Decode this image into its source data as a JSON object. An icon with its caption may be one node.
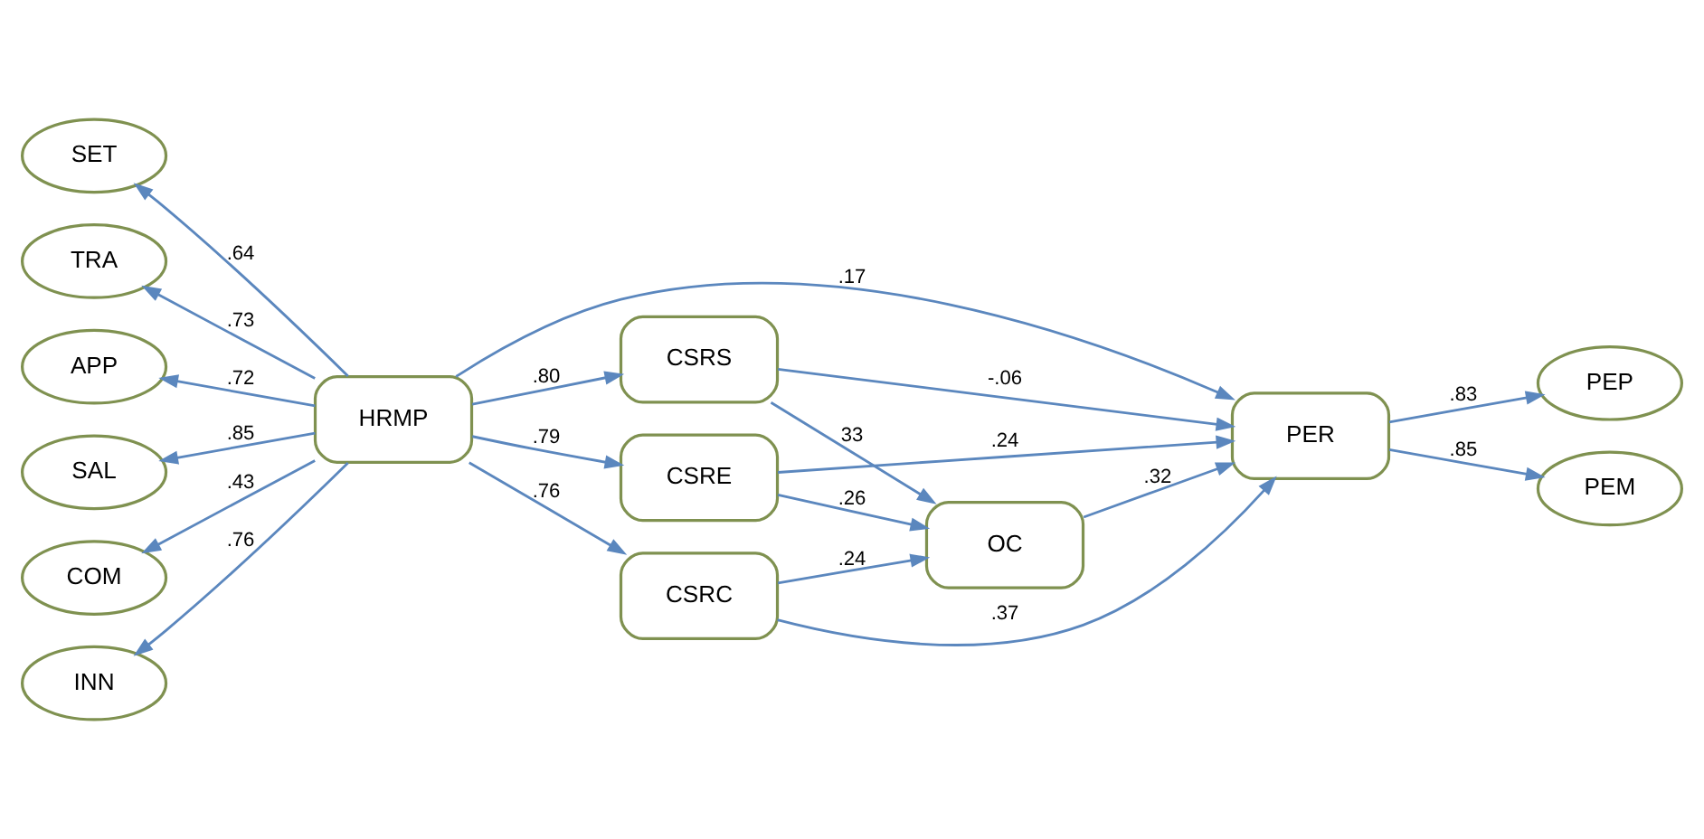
{
  "diagram": {
    "nodes": [
      {
        "text": [
          "SET"
        ]
      },
      {
        "text": [
          "TRA"
        ]
      },
      {
        "text": [
          "APP"
        ]
      },
      {
        "text": [
          "SAL"
        ]
      },
      {
        "text": [
          "COM"
        ]
      },
      {
        "text": [
          "INN"
        ]
      },
      {
        "text": [
          "HRMP"
        ]
      },
      {
        "text": [
          "CSRS"
        ]
      },
      {
        "text": [
          "CSRC"
        ]
      },
      {
        "text": [
          "CSRE"
        ]
      },
      {
        "text": [
          "PER"
        ]
      },
      {
        "text": [
          "OC"
        ]
      },
      {
        "text": [
          "PEP"
        ]
      },
      {
        "text": [
          "PEM"
        ]
      }
    ],
    "edges": [
      {
        "from": 6,
        "to": 0,
        "arrow": "to",
        "label": ".64"
      },
      {
        "from": 6,
        "to": 1,
        "arrow": "to",
        "label": ".73"
      },
      {
        "from": 6,
        "to": 2,
        "arrow": "to",
        "label": ".72"
      },
      {
        "from": 6,
        "to": 3,
        "arrow": "to",
        "label": ".85"
      },
      {
        "from": 6,
        "to": 4,
        "arrow": "to",
        "label": ".43"
      },
      {
        "from": 6,
        "to": 5,
        "arrow": "to",
        "label": ".76"
      },
      {
        "from": 6,
        "to": 10,
        "arrow": "to",
        "label": ".17"
      },
      {
        "from": 6,
        "to": 7,
        "arrow": "to",
        "label": ".80"
      },
      {
        "from": 6,
        "to": 8,
        "arrow": "to",
        "label": ".76"
      },
      {
        "from": 6,
        "to": 9,
        "arrow": "to",
        "label": ".79"
      },
      {
        "from": 7,
        "to": 10,
        "arrow": "to",
        "label": "-.06"
      },
      {
        "from": 8,
        "to": 10,
        "arrow": "to",
        "label": ".37"
      },
      {
        "from": 9,
        "to": 10,
        "arrow": "to",
        "label": ".24"
      },
      {
        "from": 7,
        "to": 11,
        "arrow": "to",
        "label": "33"
      },
      {
        "from": 8,
        "to": 11,
        "arrow": "to",
        "label": ".24"
      },
      {
        "from": 9,
        "to": 11,
        "arrow": "to",
        "label": ".26"
      },
      {
        "from": 11,
        "to": 10,
        "arrow": "to",
        "label": ".32"
      },
      {
        "from": 10,
        "to": 12,
        "arrow": "to",
        "label": ".83"
      },
      {
        "from": 10,
        "to": 13,
        "arrow": "to",
        "label": ".85"
      }
    ]
  }
}
